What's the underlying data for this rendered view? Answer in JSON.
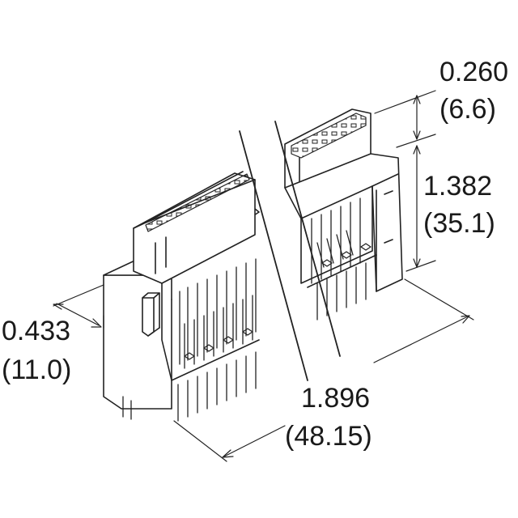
{
  "dimensions": {
    "top_height": {
      "inch": "0.260",
      "mm": "(6.6)"
    },
    "body_height": {
      "inch": "1.382",
      "mm": "(35.1)"
    },
    "depth": {
      "inch": "0.433",
      "mm": "(11.0)"
    },
    "length": {
      "inch": "1.896",
      "mm": "(48.15)"
    }
  }
}
